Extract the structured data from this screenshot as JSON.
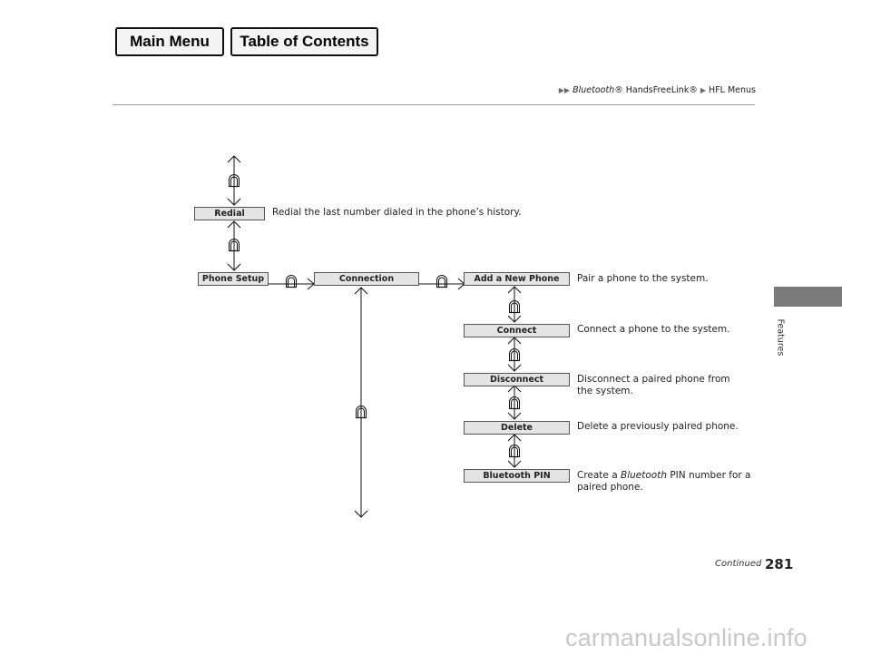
{
  "nav": {
    "main_menu": "Main Menu",
    "table_of_contents": "Table of Contents"
  },
  "breadcrumb": {
    "part1_italic": "Bluetooth",
    "part1_rest": "® HandsFreeLink®",
    "part2": "HFL Menus"
  },
  "side_tab": {
    "label": "Features"
  },
  "diagram": {
    "nodes": {
      "redial": "Redial",
      "phone_setup": "Phone Setup",
      "connection": "Connection",
      "add_new_phone": "Add a New Phone",
      "connect": "Connect",
      "disconnect": "Disconnect",
      "delete": "Delete",
      "bluetooth_pin": "Bluetooth PIN"
    },
    "descriptions": {
      "redial": "Redial the last number dialed in the phone’s history.",
      "add_new_phone": "Pair a phone to the system.",
      "connect": "Connect a phone to the system.",
      "disconnect_line1": "Disconnect a paired phone from",
      "disconnect_line2": "the system.",
      "delete": "Delete a previously paired phone.",
      "pin_pre": "Create a ",
      "pin_italic": "Bluetooth",
      "pin_post": " PIN number for a",
      "pin_line2": "paired phone."
    }
  },
  "footer": {
    "continued": "Continued",
    "page_number": "281"
  },
  "watermark": "carmanualsonline.info"
}
